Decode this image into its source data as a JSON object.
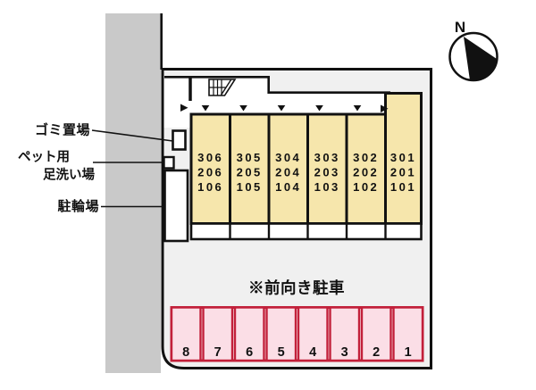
{
  "compass": {
    "north": "N"
  },
  "annotations": {
    "garbage": "ゴミ置場",
    "pet_line1": "ペット用",
    "pet_line2": "足洗い場",
    "bicycle": "駐輪場"
  },
  "building": {
    "units": [
      {
        "f3": "306",
        "f2": "206",
        "f1": "106"
      },
      {
        "f3": "305",
        "f2": "205",
        "f1": "105"
      },
      {
        "f3": "304",
        "f2": "204",
        "f1": "104"
      },
      {
        "f3": "303",
        "f2": "203",
        "f1": "103"
      },
      {
        "f3": "302",
        "f2": "202",
        "f1": "102"
      },
      {
        "f3": "301",
        "f2": "201",
        "f1": "101"
      }
    ]
  },
  "parking": {
    "note": "※前向き駐車",
    "stalls": [
      "8",
      "7",
      "6",
      "5",
      "4",
      "3",
      "2",
      "1"
    ]
  },
  "colors": {
    "road_gray": "#C9C9C9",
    "site_fill": "#F0F0F0",
    "unit_fill": "#F6E6AC",
    "outline": "#111111",
    "stall_fill": "#FBDEE6",
    "stall_red": "#C2203A"
  }
}
